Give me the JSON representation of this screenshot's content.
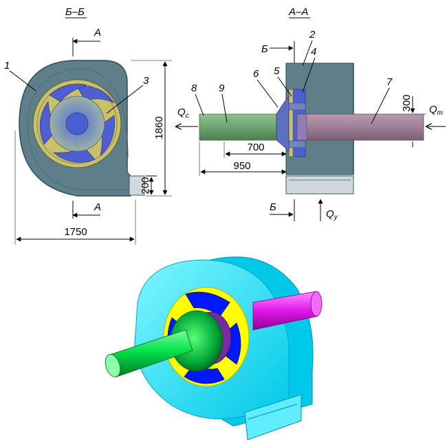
{
  "section_bb": {
    "title": "Б–Б",
    "cut_label_top": "А",
    "cut_label_bottom": "А",
    "parts": {
      "p1": "1",
      "p3": "3"
    },
    "dims": {
      "height": "1860",
      "outlet": "200",
      "width": "1750"
    }
  },
  "section_aa": {
    "title": "А–А",
    "cut_label_top": "Б",
    "cut_label_bottom": "Б",
    "parts": {
      "p2": "2",
      "p4": "4",
      "p5": "5",
      "p6": "6",
      "p7": "7",
      "p8": "8",
      "p9": "9"
    },
    "dims": {
      "d700": "700",
      "d950": "950",
      "d300": "300"
    },
    "flows": {
      "qc": "Q",
      "qc_sub": "с",
      "qt": "Q",
      "qt_sub": "т",
      "qy": "Q",
      "qy_sub": "у"
    }
  },
  "colors": {
    "casing": "#5e7f89",
    "casing_dark": "#3d5a63",
    "impeller_ring": "#c9c16a",
    "blade": "#4f5fd2",
    "hub": "#8aa3a0",
    "pipe_green": "#6fa36f",
    "pipe_pink": "#9f7f95",
    "iso_casing": "#19e8ff",
    "iso_green": "#00e24b",
    "iso_magenta": "#e018ec",
    "iso_yellow": "#ffff00",
    "iso_blue": "#0018ff"
  }
}
